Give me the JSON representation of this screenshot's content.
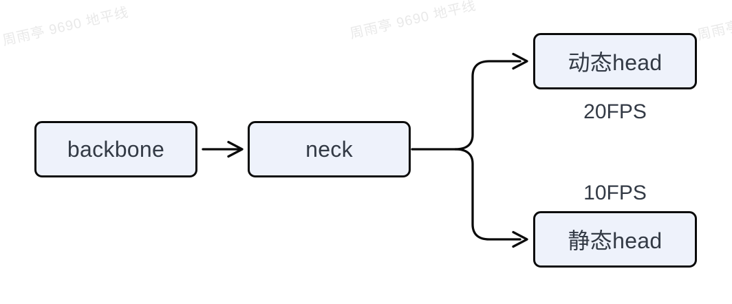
{
  "background": "#ffffff",
  "watermark": {
    "text": "周雨亭 9690 地平线",
    "color": "#e9e9e9"
  },
  "colors": {
    "background": "#ffffff",
    "watermark": "#e9e9e9",
    "node_fill": "#eef2fb",
    "node_border": "#0a0a0a",
    "node_text": "#333a45",
    "caption_text": "#333a45",
    "arrow": "#0a0a0a"
  },
  "diagram": {
    "nodes": {
      "backbone": {
        "label": "backbone"
      },
      "neck": {
        "label": "neck"
      },
      "dynamic_head": {
        "label": "动态head",
        "caption": "20FPS"
      },
      "static_head": {
        "label": "静态head",
        "caption": "10FPS"
      }
    },
    "edges": [
      {
        "from": "backbone",
        "to": "neck"
      },
      {
        "from": "neck",
        "to": "dynamic_head"
      },
      {
        "from": "neck",
        "to": "static_head"
      }
    ]
  }
}
